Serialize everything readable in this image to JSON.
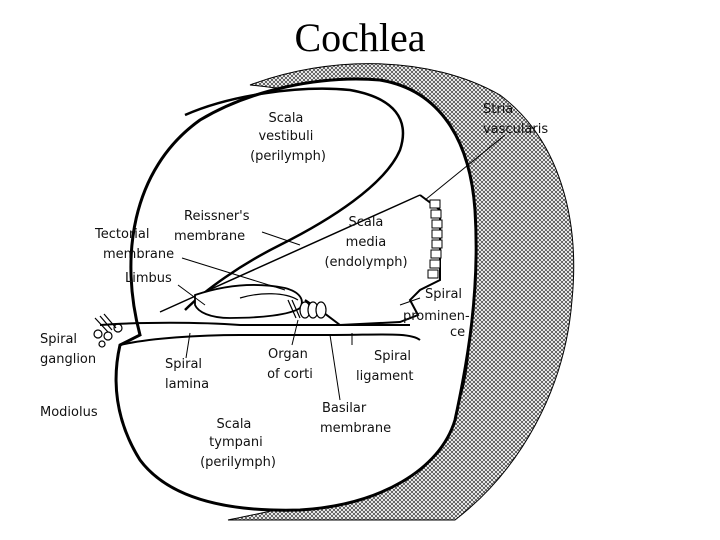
{
  "title": "Cochlea",
  "labels": {
    "scala_vestibuli": [
      "Scala",
      "vestibuli",
      "(perilymph)"
    ],
    "stria_vascularis": [
      "Stria",
      "vascularis"
    ],
    "reissners_membrane": [
      "Reissner's",
      "membrane"
    ],
    "tectorial_membrane": [
      "Tectorial",
      "membrane"
    ],
    "scala_media": [
      "Scala",
      "media",
      "(endolymph)"
    ],
    "limbus": [
      "Limbus"
    ],
    "spiral_prominence": [
      "Spiral",
      "prominen-",
      "ce"
    ],
    "spiral_ganglion": [
      "Spiral",
      "ganglion"
    ],
    "spiral_lamina": [
      "Spiral",
      "lamina"
    ],
    "organ_of_corti": [
      "Organ",
      "of corti"
    ],
    "spiral_ligament": [
      "Spiral",
      "ligament"
    ],
    "modiolus": [
      "Modiolus"
    ],
    "basilar_membrane": [
      "Basilar",
      "membrane"
    ],
    "scala_tympani": [
      "Scala",
      "tympani",
      "(perilymph)"
    ]
  }
}
